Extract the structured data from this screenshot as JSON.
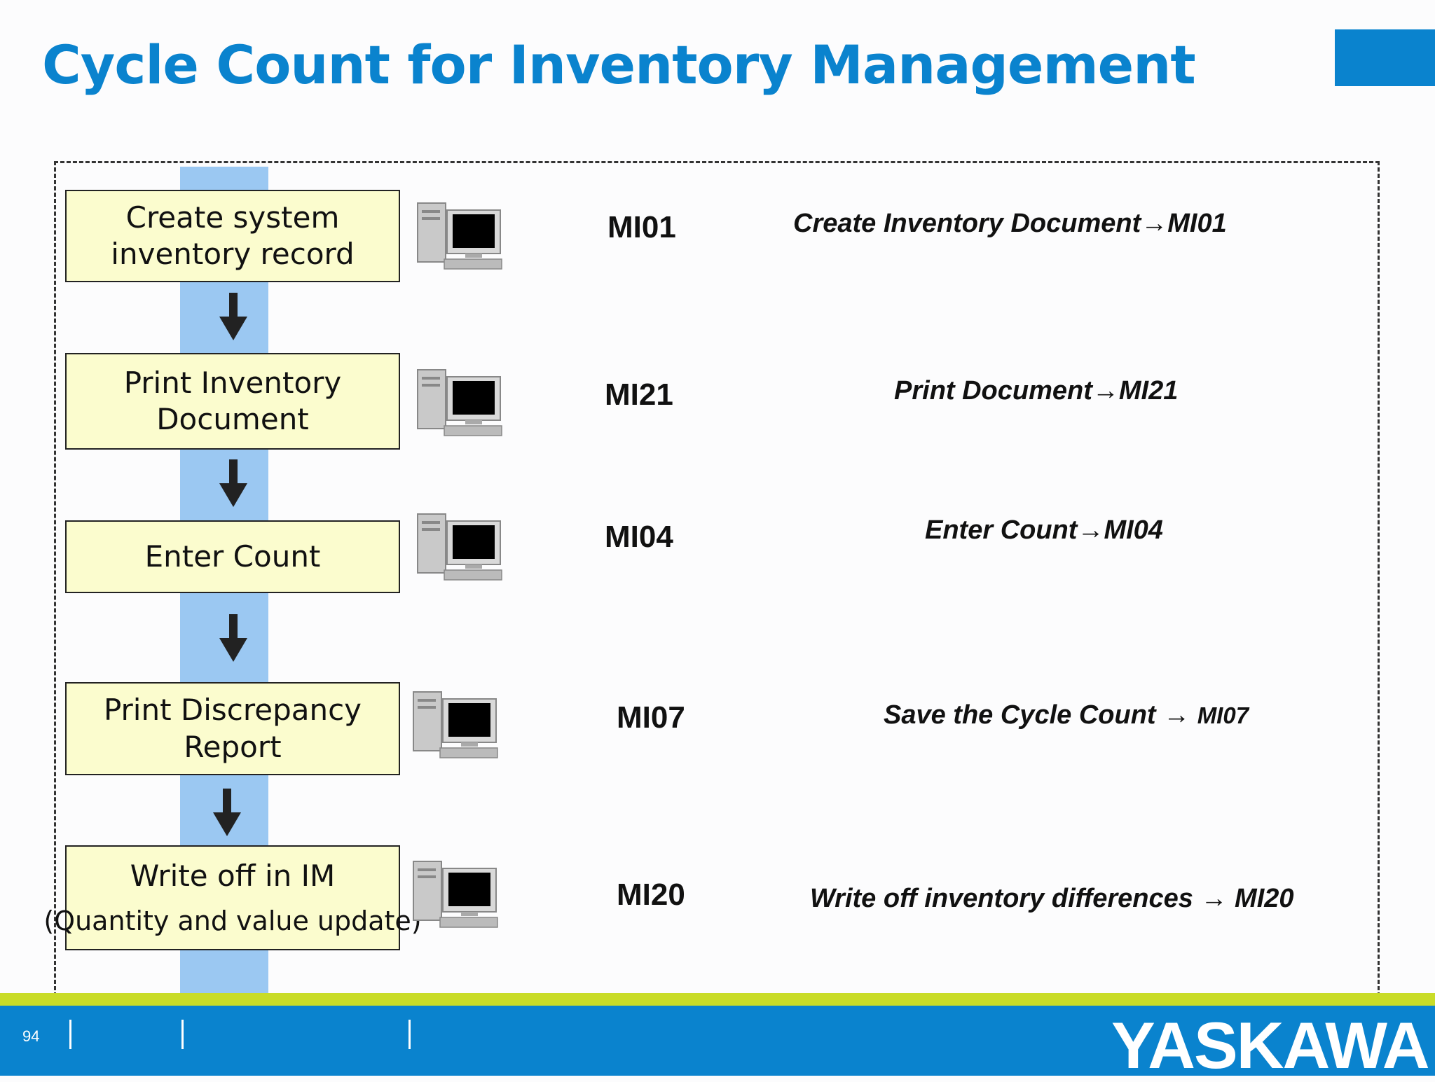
{
  "title": "Cycle Count for Inventory Management",
  "steps": [
    {
      "line1": "Create system",
      "line2": "inventory record"
    },
    {
      "line1": "Print Inventory",
      "line2": "Document"
    },
    {
      "line1": "Enter Count"
    },
    {
      "line1": "Print Discrepancy",
      "line2": "Report"
    },
    {
      "line1": "Write off in IM",
      "line2": "(Quantity and value update)"
    }
  ],
  "codes": [
    "MI01",
    "MI21",
    "MI04",
    "MI07",
    "MI20"
  ],
  "descriptions": [
    {
      "text": "Create Inventory Document",
      "arrow": "→",
      "tcode": "MI01"
    },
    {
      "text": "Print Document",
      "arrow": "→",
      "tcode": "MI21"
    },
    {
      "text": "Enter Count",
      "arrow": "→",
      "tcode": "MI04"
    },
    {
      "text": "Save the Cycle Count ",
      "arrow": "→",
      "tcode": "MI07"
    },
    {
      "text": "Write off inventory differences ",
      "arrow": "→",
      "tcode": "MI20"
    }
  ],
  "icons": {
    "computer": "desktop-computer-icon",
    "flow_arrow": "arrow-down-icon"
  },
  "footer": {
    "page_number": "94",
    "logo": "YASKAWA"
  },
  "colors": {
    "brand_blue": "#0a83ce",
    "step_fill": "#fbfcce",
    "track_blue": "#9bc8f2",
    "accent_lime": "#c9dc28"
  }
}
